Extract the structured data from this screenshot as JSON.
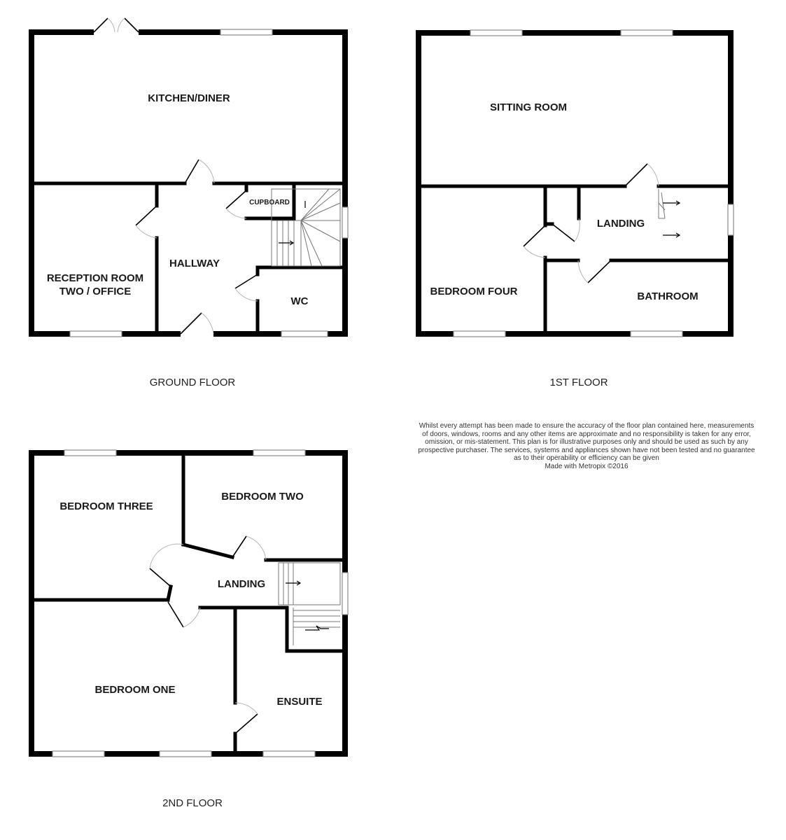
{
  "floors": {
    "ground": {
      "label": "GROUND FLOOR",
      "rooms": {
        "kitchen": "KITCHEN/DINER",
        "reception_line1": "RECEPTION ROOM",
        "reception_line2": "TWO / OFFICE",
        "hallway": "HALLWAY",
        "cupboard": "CUPBOARD",
        "wc": "WC"
      }
    },
    "first": {
      "label": "1ST FLOOR",
      "rooms": {
        "sitting": "SITTING ROOM",
        "landing": "LANDING",
        "bedroom_four": "BEDROOM FOUR",
        "bathroom": "BATHROOM"
      }
    },
    "second": {
      "label": "2ND FLOOR",
      "rooms": {
        "bedroom_three": "BEDROOM THREE",
        "bedroom_two": "BEDROOM TWO",
        "landing": "LANDING",
        "bedroom_one": "BEDROOM ONE",
        "ensuite": "ENSUITE"
      }
    }
  },
  "disclaimer": {
    "lines": [
      "Whilst every attempt has been made to ensure the accuracy of the floor plan contained here, measurements",
      "of doors, windows, rooms and any other items are approximate and no responsibility is taken for any error,",
      "omission, or mis-statement. This plan is for illustrative purposes only and should be used as such by any",
      "prospective purchaser. The services, systems and appliances shown have not been tested and no guarantee",
      "as to their operability or efficiency can be given",
      "Made with Metropix ©2016"
    ]
  }
}
